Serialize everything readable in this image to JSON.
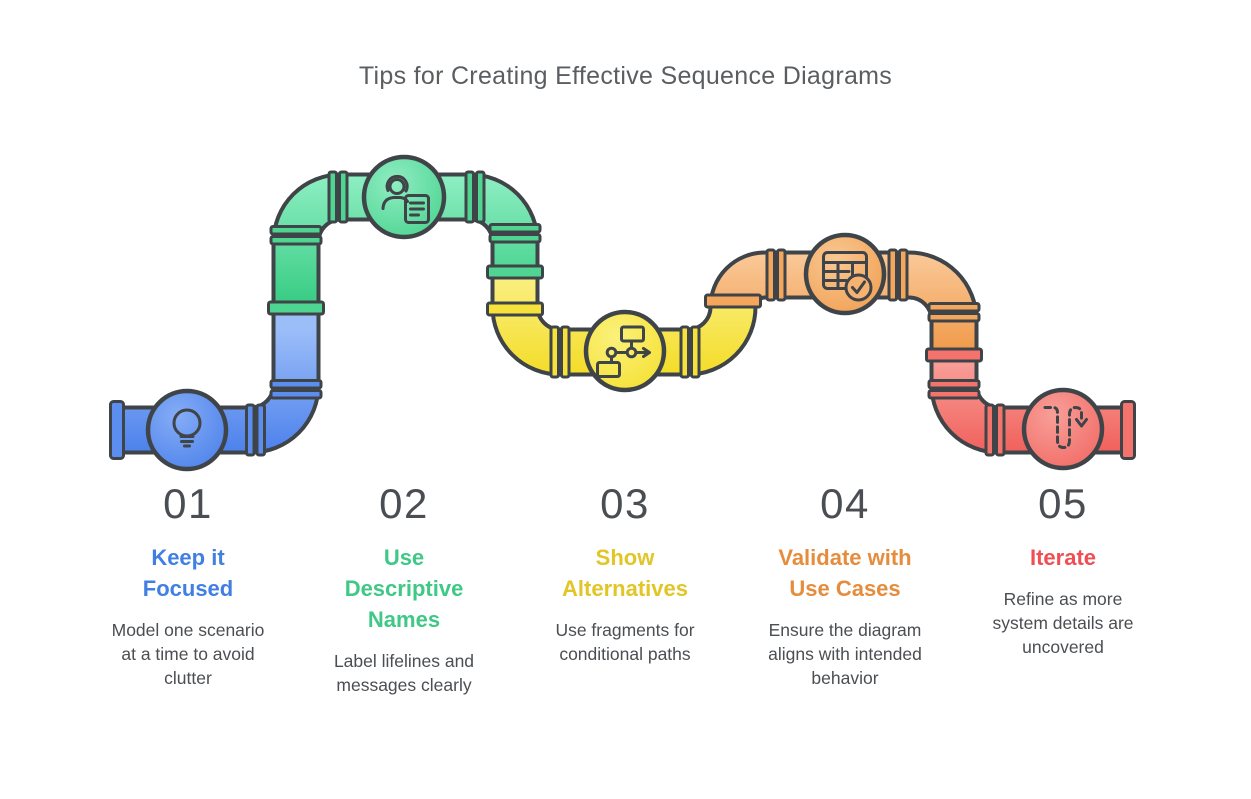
{
  "title": "Tips for Creating Effective Sequence Diagrams",
  "steps": [
    {
      "number": "01",
      "title": "Keep it\nFocused",
      "description": "Model one scenario\nat a time to avoid\nclutter",
      "accent_color": "#4180e2",
      "pipe_color": "#5c8ef0",
      "icon": "lightbulb-icon"
    },
    {
      "number": "02",
      "title": "Use\nDescriptive\nNames",
      "description": "Label lifelines and\nmessages clearly",
      "accent_color": "#3fc886",
      "pipe_color": "#4fd591",
      "icon": "person-note-icon"
    },
    {
      "number": "03",
      "title": "Show\nAlternatives",
      "description": "Use fragments for\nconditional paths",
      "accent_color": "#e2c526",
      "pipe_color": "#f6e23b",
      "icon": "flowchart-branch-icon"
    },
    {
      "number": "04",
      "title": "Validate with\nUse Cases",
      "description": "Ensure the diagram\naligns with intended\nbehavior",
      "accent_color": "#e58d3d",
      "pipe_color": "#f3a65c",
      "icon": "table-check-icon"
    },
    {
      "number": "05",
      "title": "Iterate",
      "description": "Refine as more\nsystem details are\nuncovered",
      "accent_color": "#ef4e53",
      "pipe_color": "#f4736d",
      "icon": "iterate-path-icon"
    }
  ],
  "colors": {
    "background": "#ffffff",
    "outline": "#3f4448",
    "heading_text": "#5b5e61",
    "number_text": "#4a4e52",
    "body_text": "#4b4e52"
  },
  "graphic": {
    "type": "pipeline",
    "segments": 5
  }
}
